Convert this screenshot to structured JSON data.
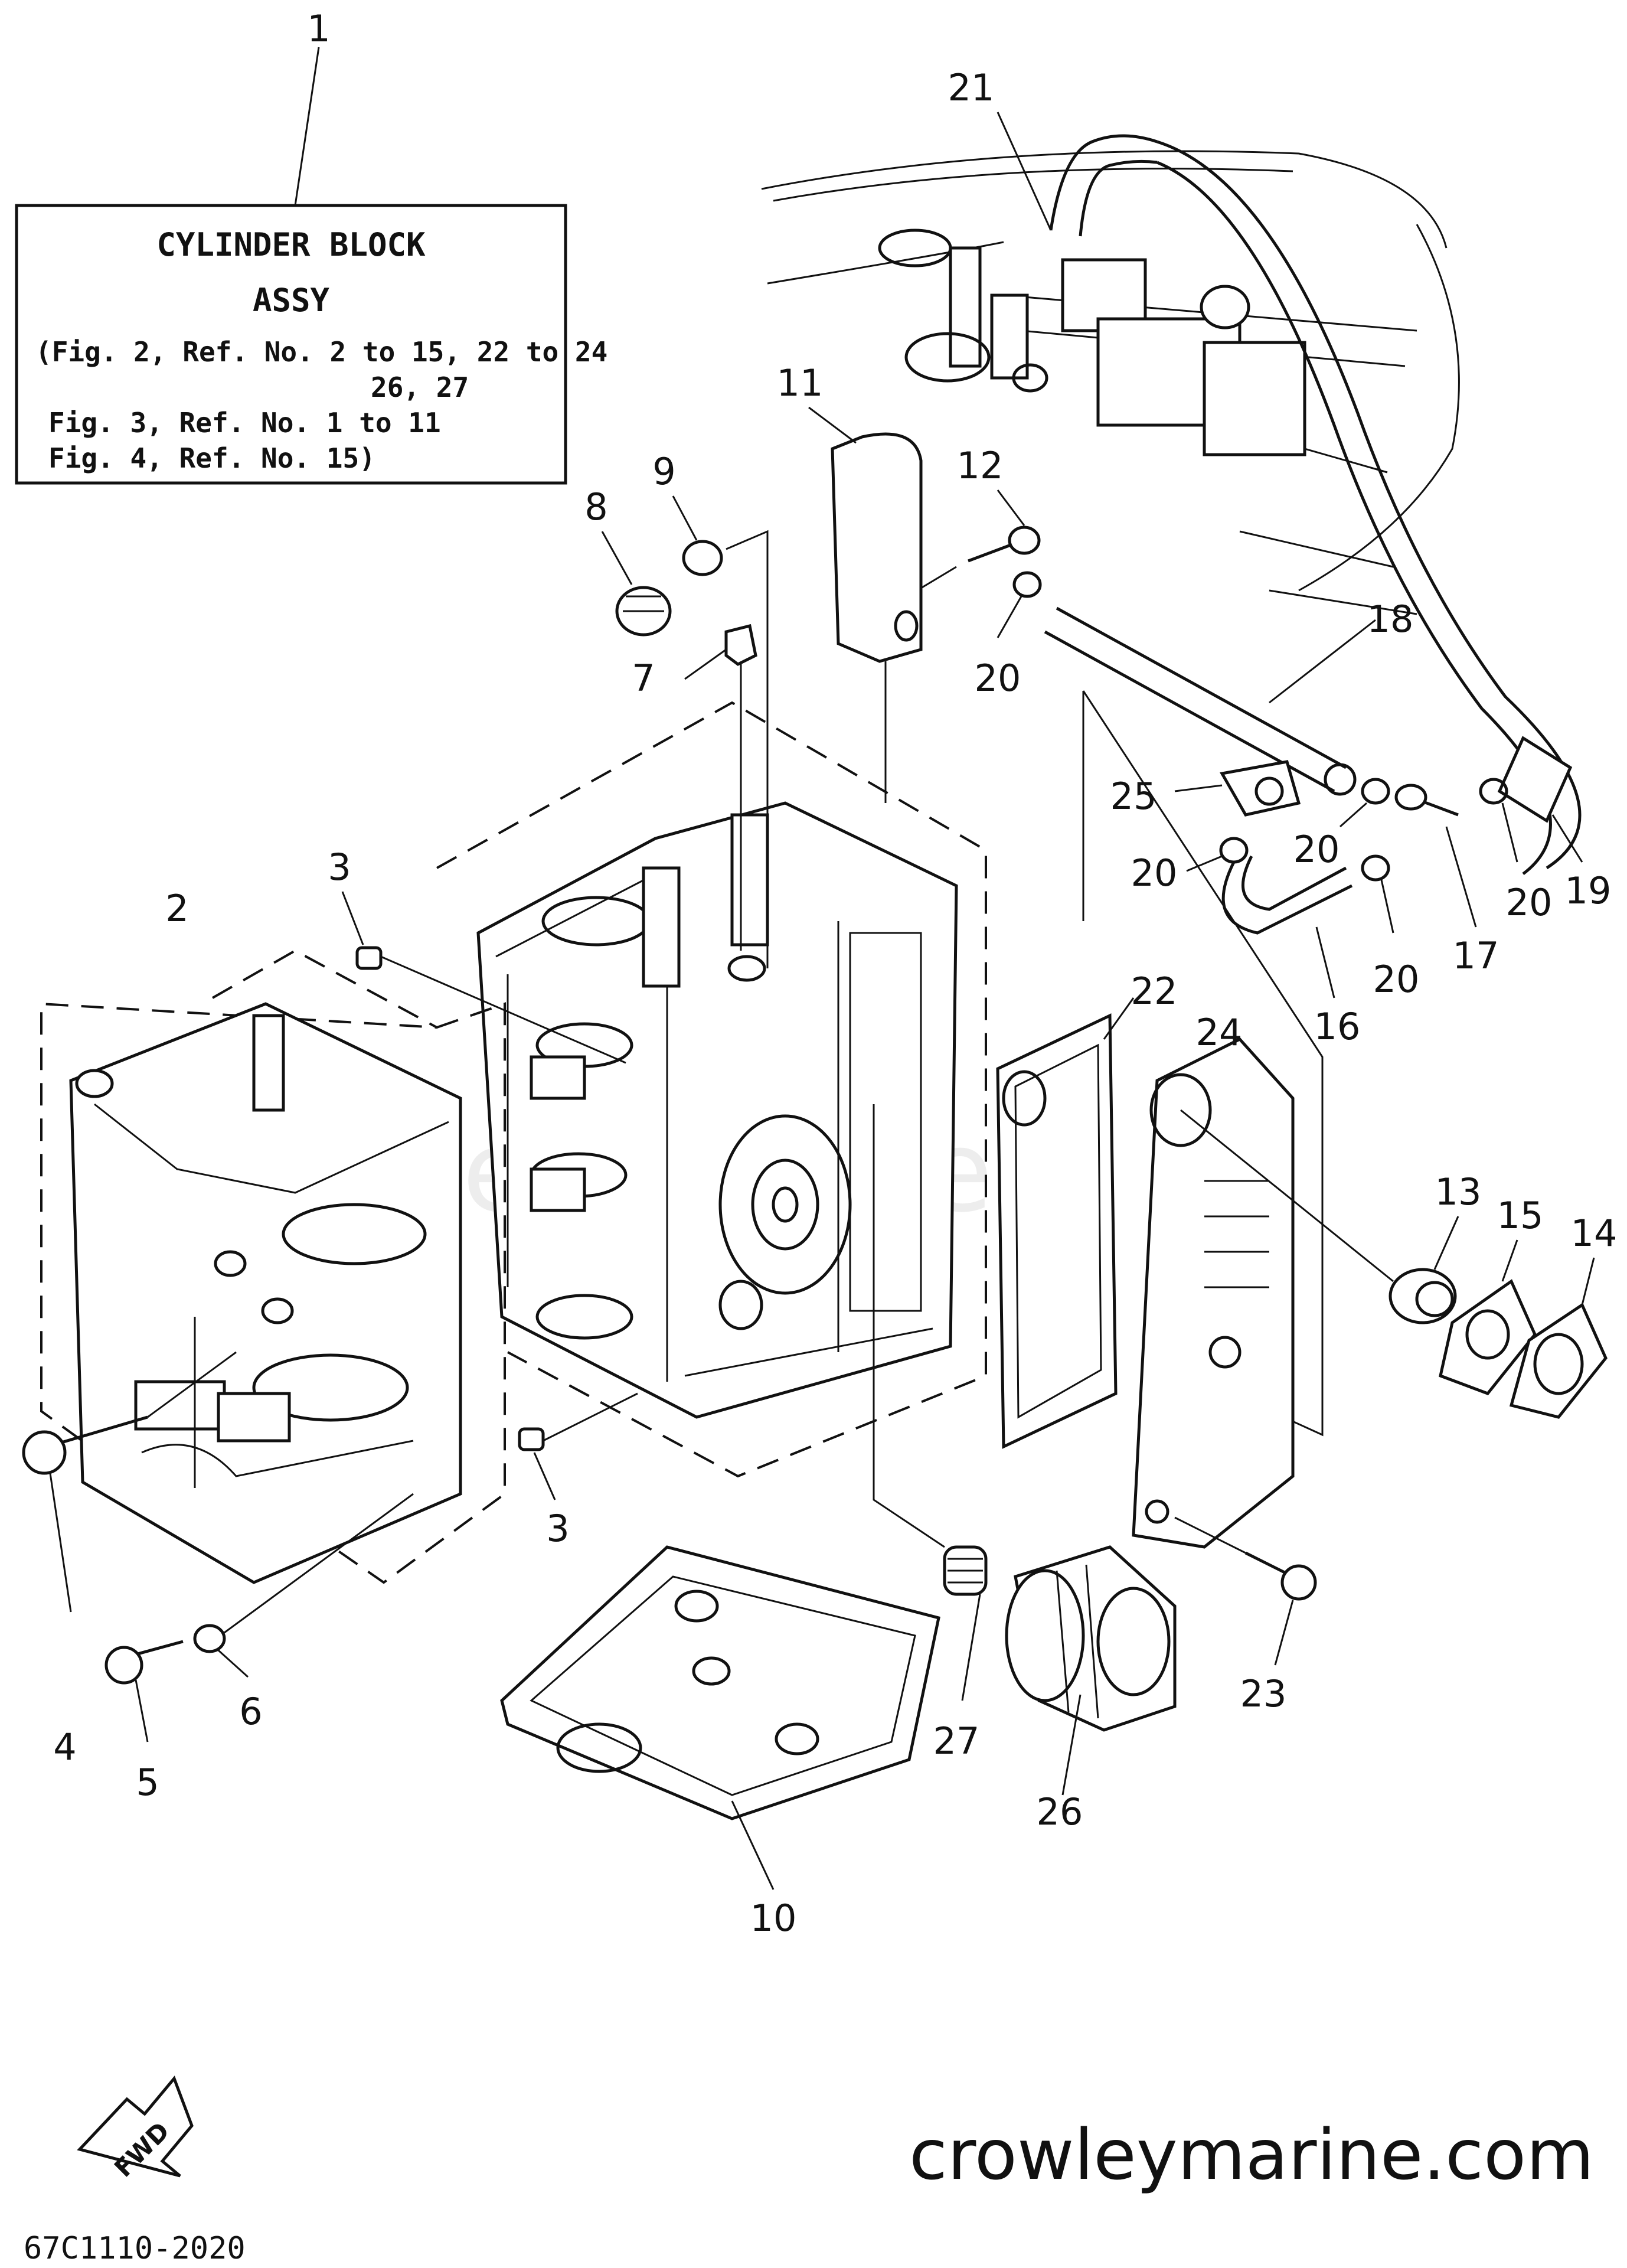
{
  "assy_box": {
    "line1": "CYLINDER BLOCK",
    "line2": "ASSY",
    "line3": "(Fig. 2, Ref. No. 2 to 15, 22 to 24",
    "line4": "26, 27",
    "line5": "Fig. 3, Ref. No. 1 to 11",
    "line6": "Fig. 4, Ref. No. 15)"
  },
  "callouts": {
    "c1": "1",
    "c2": "2",
    "c3a": "3",
    "c3b": "3",
    "c4": "4",
    "c5": "5",
    "c6": "6",
    "c7": "7",
    "c8": "8",
    "c9": "9",
    "c10": "10",
    "c11": "11",
    "c12": "12",
    "c13": "13",
    "c14": "14",
    "c15": "15",
    "c16": "16",
    "c17": "17",
    "c18": "18",
    "c19": "19",
    "c20a": "20",
    "c20b": "20",
    "c20c": "20",
    "c20d": "20",
    "c20e": "20",
    "c21": "21",
    "c22": "22",
    "c23": "23",
    "c24": "24",
    "c25": "25",
    "c26": "26",
    "c27": "27"
  },
  "fwd_label": "FWD",
  "watermark": "crowleymarine",
  "website": "crowleymarine.com",
  "diagram_code": "67C1110-2020"
}
